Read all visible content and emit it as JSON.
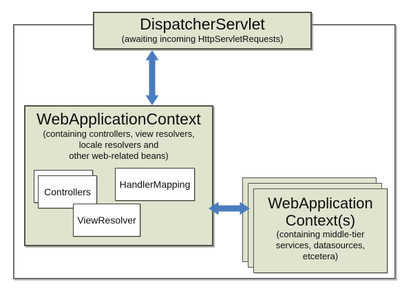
{
  "colors": {
    "box_fill": "#dfe4cf",
    "box_border": "#52524a",
    "inner_box_fill": "#ffffff",
    "inner_box_border": "#3f3f3a",
    "outer_border": "#6f6f6f",
    "arrow": "#4a7dbe",
    "text": "#0d0d0d"
  },
  "dispatcher_servlet": {
    "title": "DispatcherServlet",
    "subtitle": "(awaiting incoming HttpServletRequests)"
  },
  "web_application_context": {
    "title": "WebApplicationContext",
    "subtitle_lines": [
      "(containing controllers, view resolvers,",
      "locale resolvers and",
      "other web-related beans)"
    ],
    "beans": {
      "controllers": "Controllers",
      "handler_mapping": "HandlerMapping",
      "view_resolver": "ViewResolver"
    }
  },
  "web_application_contexts": {
    "title_lines": [
      "WebApplication",
      "Context(s)"
    ],
    "subtitle_lines": [
      "(containing middle-tier",
      "services, datasources,",
      "etcetera)"
    ]
  }
}
